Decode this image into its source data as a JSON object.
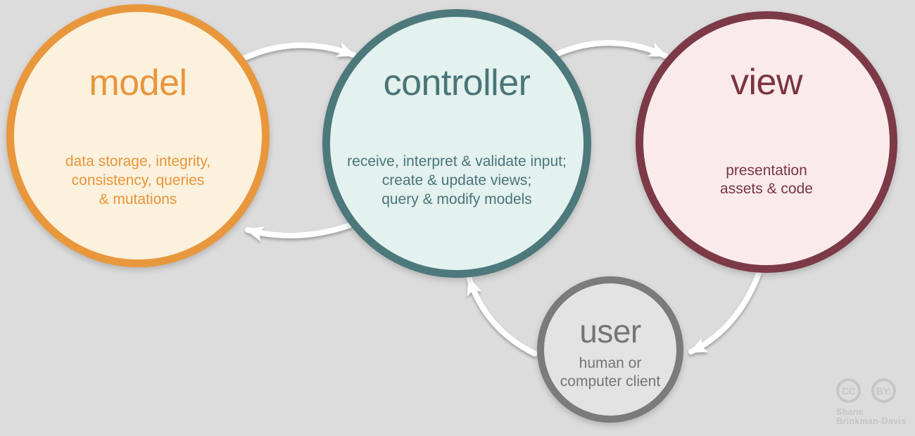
{
  "diagram": {
    "background_color": "#dcdcdc",
    "arrow_color": "#ffffff"
  },
  "nodes": [
    {
      "id": "model",
      "title": "model",
      "desc": [
        "data storage, integrity,",
        "consistency, queries",
        "& mutations"
      ],
      "border_color": "#e9973d",
      "fill_color": "#fbf1dc",
      "text_color": "#e8953c"
    },
    {
      "id": "controller",
      "title": "controller",
      "desc": [
        "receive, interpret & validate input;",
        "create & update views;",
        "query & modify models"
      ],
      "border_color": "#4d787c",
      "fill_color": "#e3f1ef",
      "text_color": "#4a7478"
    },
    {
      "id": "view",
      "title": "view",
      "desc": [
        "presentation",
        "assets & code"
      ],
      "border_color": "#7c3a46",
      "fill_color": "#faeaec",
      "text_color": "#7a3540"
    },
    {
      "id": "user",
      "title": "user",
      "desc": [
        "human or",
        "computer client"
      ],
      "border_color": "#7b7b7b",
      "fill_color": "#e3e3e3",
      "text_color": "#757575"
    }
  ],
  "arrows": [
    {
      "from": "model",
      "to": "controller"
    },
    {
      "from": "controller",
      "to": "view"
    },
    {
      "from": "controller",
      "to": "model"
    },
    {
      "from": "view",
      "to": "user"
    },
    {
      "from": "user",
      "to": "controller"
    }
  ],
  "attribution": {
    "cc_badge": "CC",
    "by_badge": "BY:",
    "author_line1": "Shane",
    "author_line2": "Brinkman-Davis",
    "color": "#c6c6c6"
  }
}
